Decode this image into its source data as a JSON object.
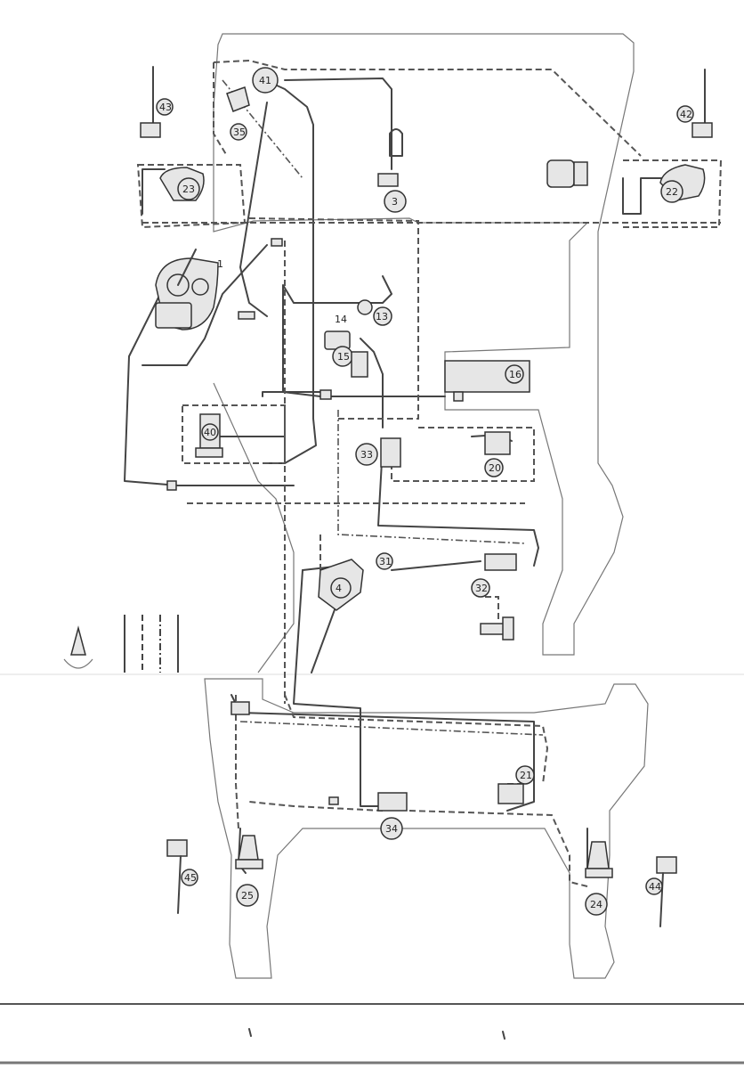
{
  "diagram": {
    "type": "vehicle brake system piping schematic (scanned page, rotated)",
    "components": [
      {
        "id": "c1",
        "number": "1"
      },
      {
        "id": "c3",
        "number": "3"
      },
      {
        "id": "c4",
        "number": "4"
      },
      {
        "id": "c13",
        "number": "13"
      },
      {
        "id": "c14",
        "number": "14"
      },
      {
        "id": "c15",
        "number": "15"
      },
      {
        "id": "c16",
        "number": "16"
      },
      {
        "id": "c20",
        "number": "20"
      },
      {
        "id": "c21",
        "number": "21"
      },
      {
        "id": "c22",
        "number": "22"
      },
      {
        "id": "c23",
        "number": "23"
      },
      {
        "id": "c24",
        "number": "24"
      },
      {
        "id": "c25",
        "number": "25"
      },
      {
        "id": "c31",
        "number": "31"
      },
      {
        "id": "c32",
        "number": "32"
      },
      {
        "id": "c33",
        "number": "33"
      },
      {
        "id": "c34",
        "number": "34"
      },
      {
        "id": "c35",
        "number": "35"
      },
      {
        "id": "c40",
        "number": "40"
      },
      {
        "id": "c41",
        "number": "41"
      },
      {
        "id": "c42",
        "number": "42"
      },
      {
        "id": "c43",
        "number": "43"
      },
      {
        "id": "c44",
        "number": "44"
      },
      {
        "id": "c45",
        "number": "45"
      }
    ],
    "legend_line_styles": [
      "solid",
      "dashed",
      "dash-dot",
      "solid"
    ],
    "colors": {
      "line": "#444444",
      "background": "#ffffff",
      "ink": "#222222"
    }
  }
}
